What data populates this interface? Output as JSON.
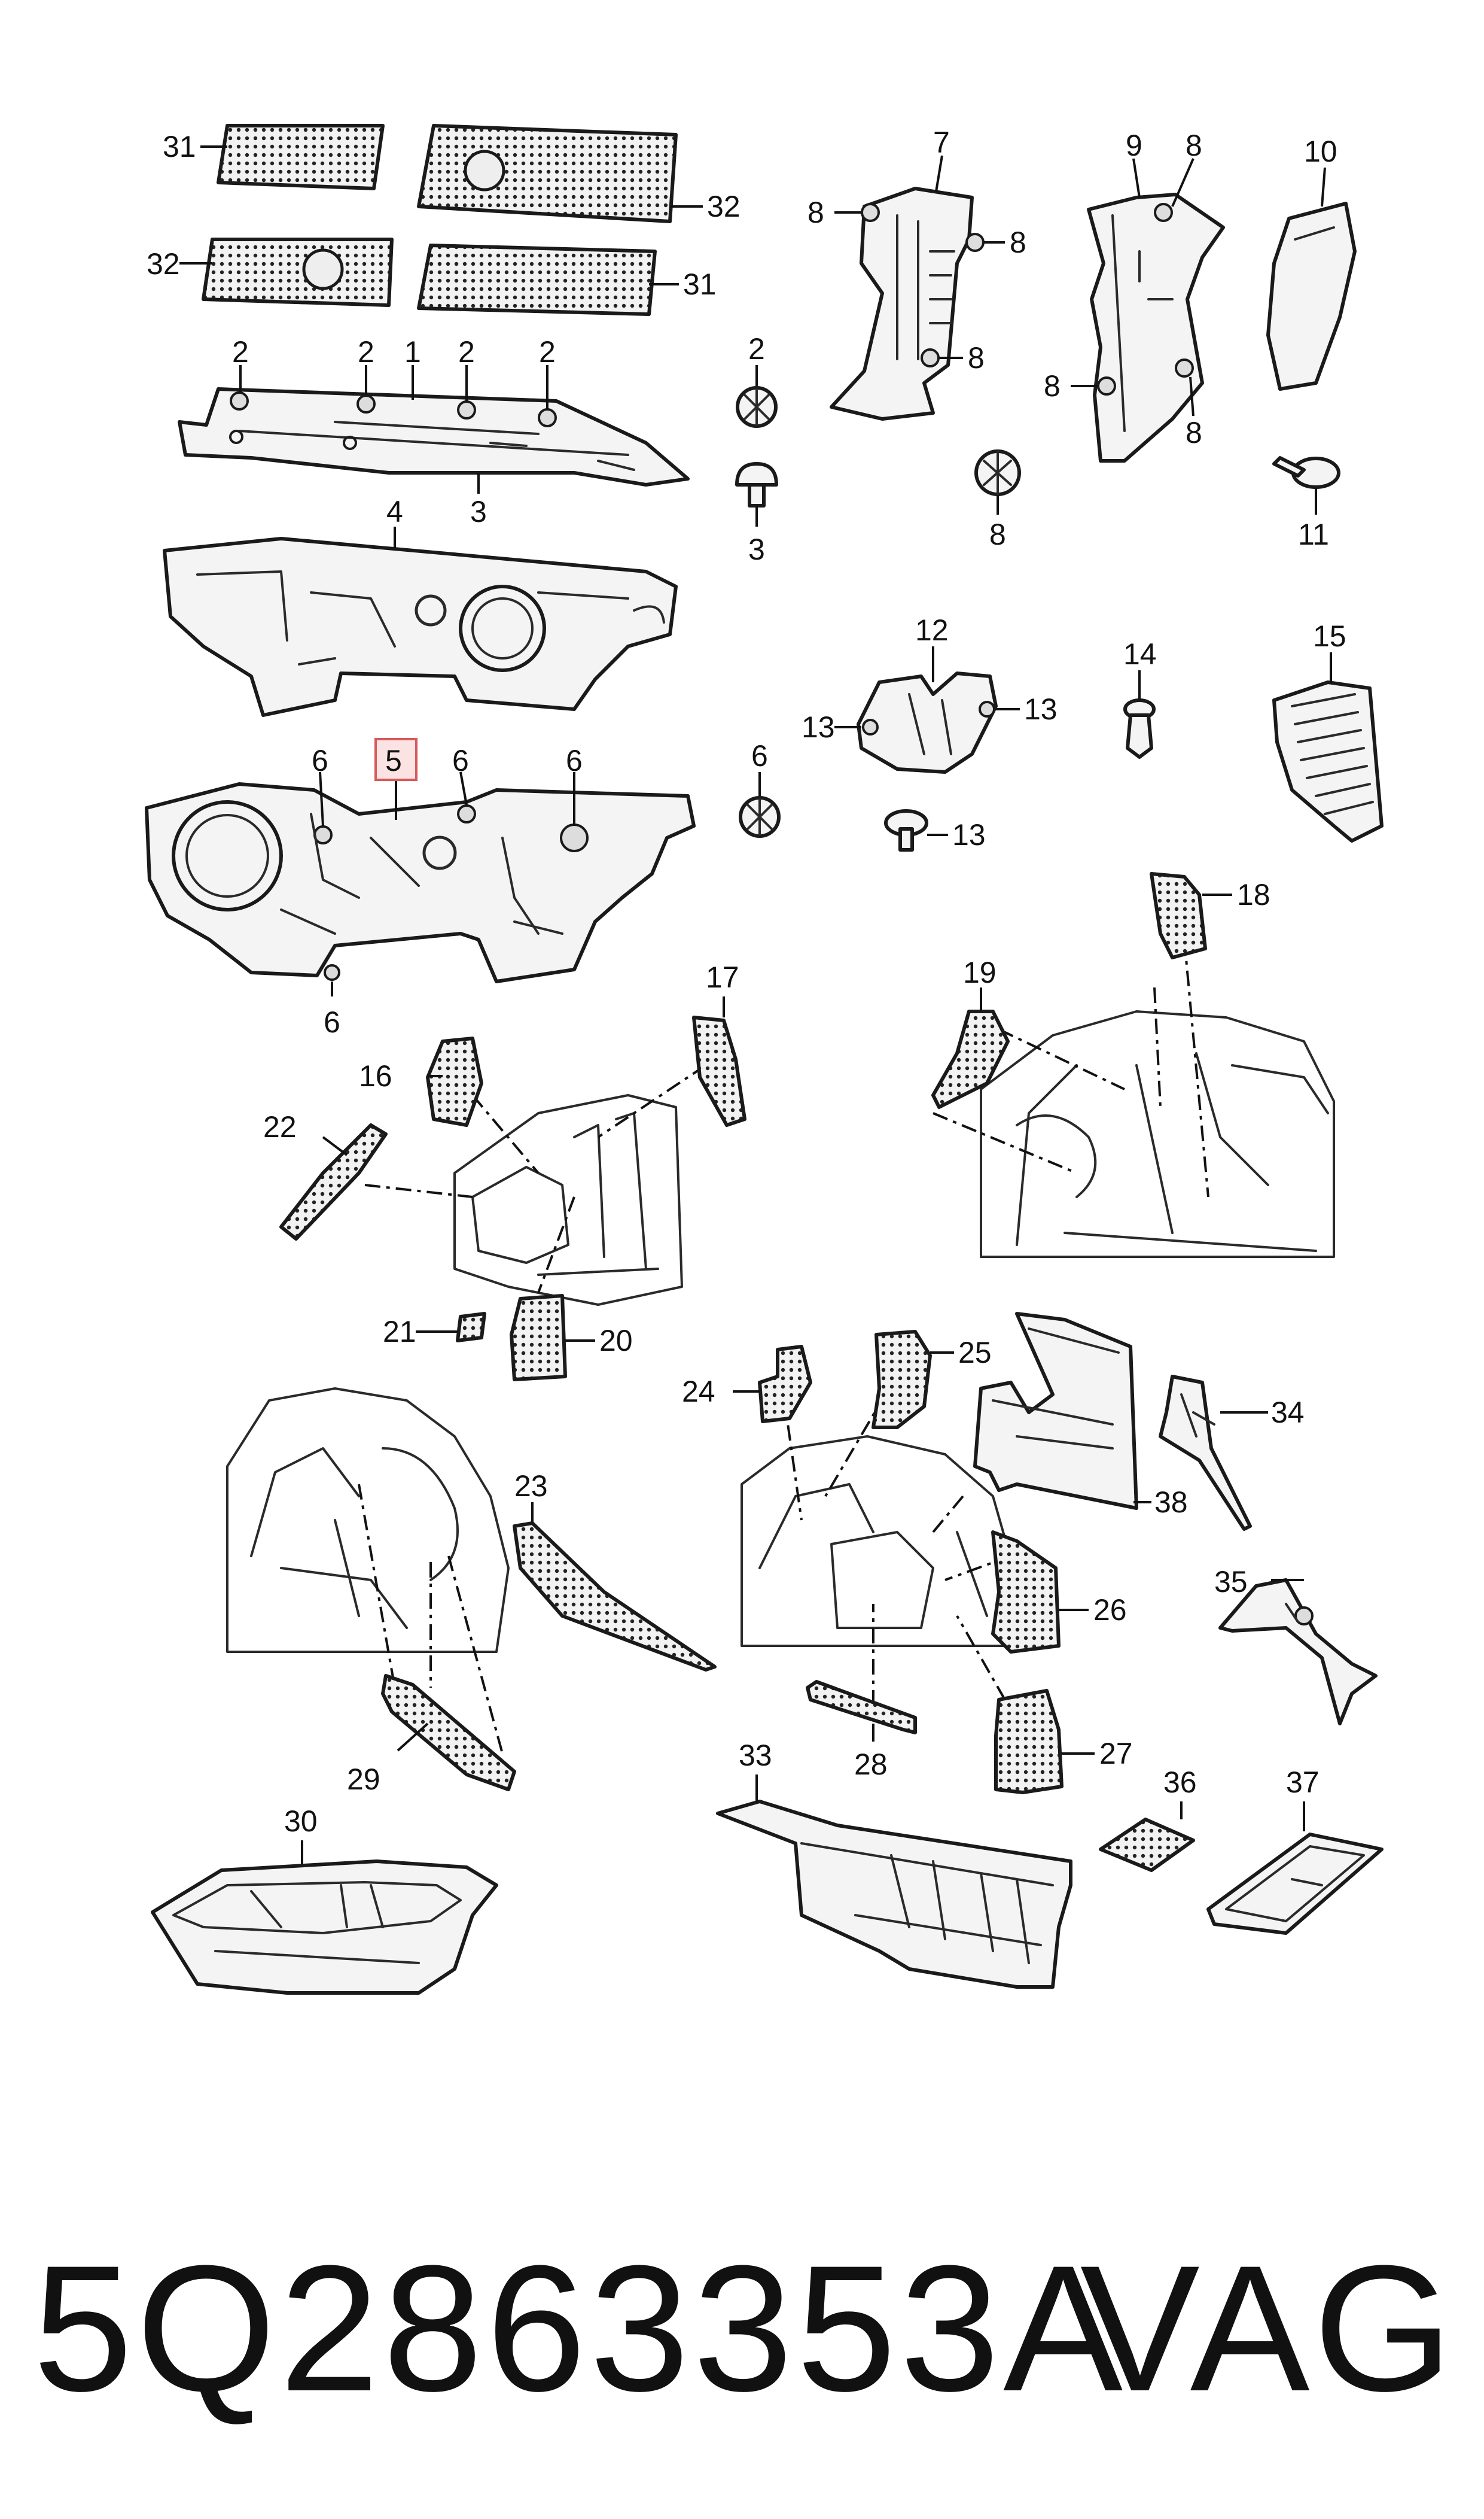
{
  "callouts": {
    "c31a": "31",
    "c32a": "32",
    "c32b": "32",
    "c31b": "31",
    "c2a": "2",
    "c2b": "2",
    "c1": "1",
    "c2c": "2",
    "c2d": "2",
    "c3a": "3",
    "c2e": "2",
    "c3b": "3",
    "c7": "7",
    "c8a": "8",
    "c8b": "8",
    "c8c": "8",
    "c9": "9",
    "c8d": "8",
    "c8e": "8",
    "c8f": "8",
    "c10": "10",
    "c8g": "8",
    "c11": "11",
    "c4": "4",
    "c12": "12",
    "c13a": "13",
    "c13b": "13",
    "c13c": "13",
    "c14": "14",
    "c15": "15",
    "c5": "5",
    "c6a": "6",
    "c6b": "6",
    "c6c": "6",
    "c6d": "6",
    "c6e": "6",
    "c17": "17",
    "c16": "16",
    "c22": "22",
    "c21": "21",
    "c20": "20",
    "c18": "18",
    "c19": "19",
    "c24": "24",
    "c25": "25",
    "c34": "34",
    "c38": "38",
    "c23": "23",
    "c35": "35",
    "c26": "26",
    "c27": "27",
    "c28": "28",
    "c29": "29",
    "c30": "30",
    "c33": "33",
    "c36": "36",
    "c37": "37"
  },
  "highlighted_part": "5",
  "footer": {
    "part_number": "5Q2863353A",
    "brand": "VAG"
  }
}
